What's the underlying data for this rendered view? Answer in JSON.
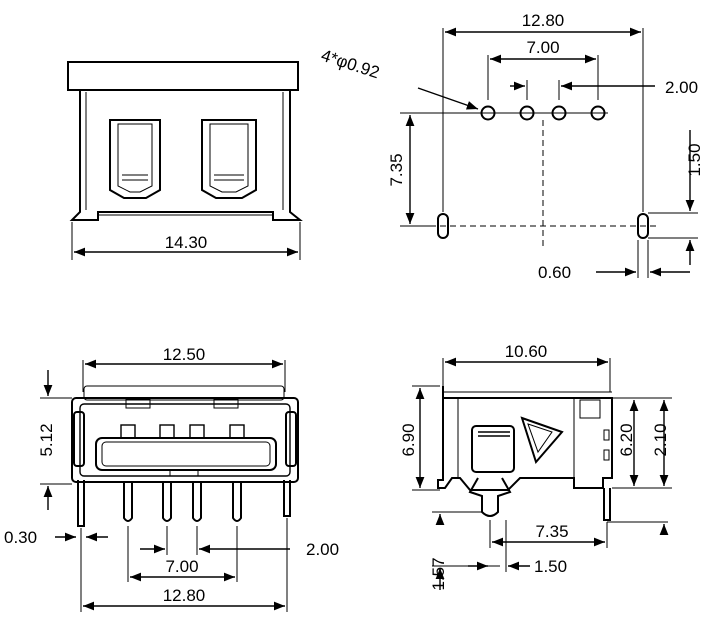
{
  "top_view": {
    "width_label": "14.30"
  },
  "footprint": {
    "span_label": "12.80",
    "pin_span_label": "7.00",
    "hole_label": "4*φ0.92",
    "pitch_label": "2.00",
    "depth_label": "7.35",
    "slot_label": "1.50",
    "slot_width_label": "0.60"
  },
  "front_view": {
    "top_width_label": "12.50",
    "height_label": "5.12",
    "pin_thickness_label": "0.30",
    "pin_span_label": "7.00",
    "pitch_label": "2.00",
    "foot_span_label": "12.80"
  },
  "side_view": {
    "length_label": "10.60",
    "height_label": "6.90",
    "body_height_label": "6.20",
    "right_offset_label": "2.10",
    "pin_length_label": "1.57",
    "pin_pos_label": "7.35",
    "pin_pitch_label": "1.50"
  }
}
